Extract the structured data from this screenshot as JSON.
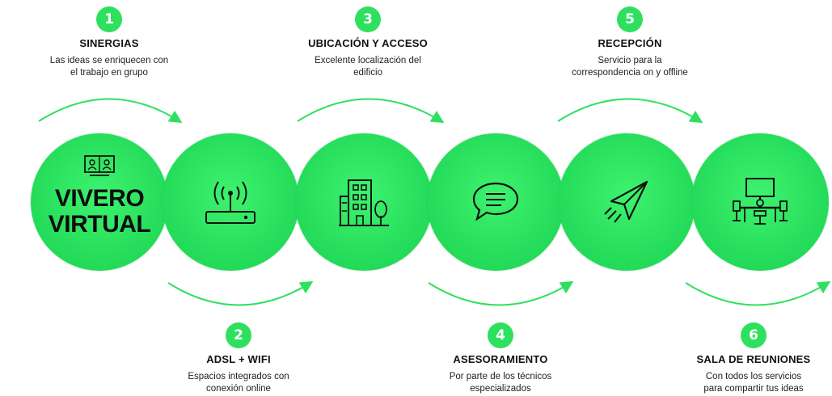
{
  "center_brand": {
    "line1": "VIVERO",
    "line2": "VIRTUAL"
  },
  "steps": [
    {
      "number": "1",
      "title": "SINERGIAS",
      "desc1": "Las ideas se enriquecen con",
      "desc2": "el trabajo en grupo",
      "icon": "video-conference-icon"
    },
    {
      "number": "2",
      "title": "ADSL + WIFI",
      "desc1": "Espacios integrados con",
      "desc2": "conexión online",
      "icon": "wifi-router-icon"
    },
    {
      "number": "3",
      "title": "UBICACIÓN Y ACCESO",
      "desc1": "Excelente localización del",
      "desc2": "edificio",
      "icon": "building-icon"
    },
    {
      "number": "4",
      "title": "ASESORAMIENTO",
      "desc1": "Por parte de los técnicos",
      "desc2": "especializados",
      "icon": "chat-bubble-icon"
    },
    {
      "number": "5",
      "title": "RECEPCIÓN",
      "desc1": "Servicio para la",
      "desc2": "correspondencia on y offline",
      "icon": "paper-plane-icon"
    },
    {
      "number": "6",
      "title": "SALA DE REUNIONES",
      "desc1": "Con todos los servicios",
      "desc2": "para compartir tus ideas",
      "icon": "meeting-room-icon"
    }
  ],
  "colors": {
    "accent": "#2fe05f",
    "icon": "#111111",
    "background": "#ffffff"
  }
}
